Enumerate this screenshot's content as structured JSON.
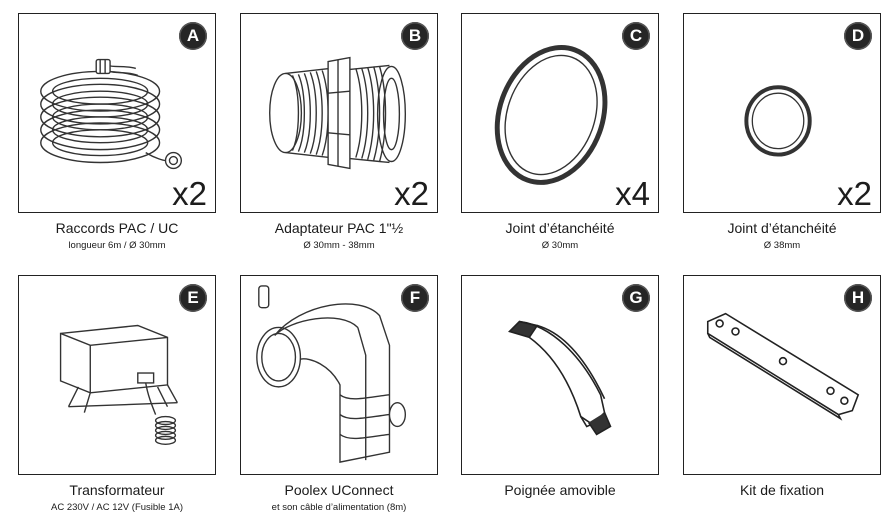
{
  "items": [
    {
      "badge": "A",
      "quantity": "x2",
      "title": "Raccords PAC / UC",
      "subtitle": "longueur 6m / Ø 30mm",
      "icon": "hose-icon"
    },
    {
      "badge": "B",
      "quantity": "x2",
      "title": "Adaptateur PAC 1\"½",
      "subtitle": "Ø 30mm - 38mm",
      "icon": "adapter-fitting-icon"
    },
    {
      "badge": "C",
      "quantity": "x4",
      "title": "Joint d’étanchéité",
      "subtitle": "Ø 30mm",
      "icon": "large-seal-ring-icon"
    },
    {
      "badge": "D",
      "quantity": "x2",
      "title": "Joint d’étanchéité",
      "subtitle": "Ø 38mm",
      "icon": "small-seal-ring-icon"
    },
    {
      "badge": "E",
      "quantity": "",
      "title": "Transformateur",
      "subtitle": "AC 230V / AC 12V (Fusible 1A)",
      "icon": "transformer-icon"
    },
    {
      "badge": "F",
      "quantity": "",
      "title": "Poolex UConnect",
      "subtitle": "et son câble d’alimentation (8m)",
      "icon": "uconnect-unit-icon"
    },
    {
      "badge": "G",
      "quantity": "",
      "title": "Poignée amovible",
      "subtitle": "",
      "icon": "handle-icon"
    },
    {
      "badge": "H",
      "quantity": "",
      "title": "Kit de fixation",
      "subtitle": "",
      "icon": "mounting-bracket-icon"
    }
  ]
}
